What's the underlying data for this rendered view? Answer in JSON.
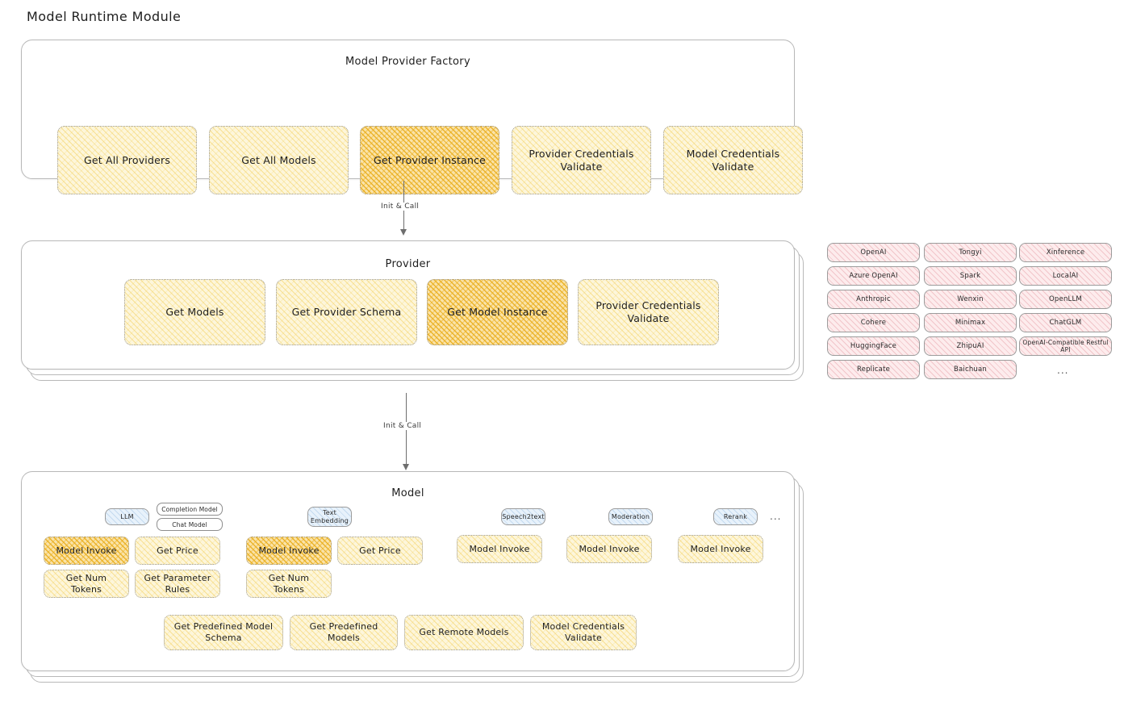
{
  "page": {
    "title": "Model Runtime Module"
  },
  "sections": {
    "factory": {
      "title": "Model Provider Factory",
      "nodes": [
        {
          "label": "Get All Providers",
          "highlight": false
        },
        {
          "label": "Get All Models",
          "highlight": false
        },
        {
          "label": "Get Provider Instance",
          "highlight": true
        },
        {
          "label": "Provider Credentials Validate",
          "highlight": false
        },
        {
          "label": "Model Credentials Validate",
          "highlight": false
        }
      ]
    },
    "provider": {
      "title": "Provider",
      "nodes": [
        {
          "label": "Get Models",
          "highlight": false
        },
        {
          "label": "Get Provider Schema",
          "highlight": false
        },
        {
          "label": "Get Model Instance",
          "highlight": true
        },
        {
          "label": "Provider Credentials Validate",
          "highlight": false
        }
      ]
    },
    "model": {
      "title": "Model",
      "types": [
        {
          "badge": "LLM",
          "chips": [
            "Completion Model",
            "Chat Model"
          ],
          "nodes": [
            {
              "label": "Model Invoke",
              "highlight": true
            },
            {
              "label": "Get Price",
              "highlight": false
            },
            {
              "label": "Get Num Tokens",
              "highlight": false
            },
            {
              "label": "Get Parameter Rules",
              "highlight": false
            }
          ]
        },
        {
          "badge": "Text Embedding",
          "chips": [],
          "nodes": [
            {
              "label": "Model Invoke",
              "highlight": true
            },
            {
              "label": "Get Price",
              "highlight": false
            },
            {
              "label": "Get Num Tokens",
              "highlight": false
            }
          ]
        },
        {
          "badge": "Speech2text",
          "chips": [],
          "nodes": [
            {
              "label": "Model Invoke",
              "highlight": false
            }
          ]
        },
        {
          "badge": "Moderation",
          "chips": [],
          "nodes": [
            {
              "label": "Model Invoke",
              "highlight": false
            }
          ]
        },
        {
          "badge": "Rerank",
          "chips": [],
          "nodes": [
            {
              "label": "Model Invoke",
              "highlight": false
            }
          ]
        }
      ],
      "types_more": "...",
      "common_nodes": [
        {
          "label": "Get Predefined Model Schema",
          "highlight": false
        },
        {
          "label": "Get Predefined Models",
          "highlight": false
        },
        {
          "label": "Get Remote Models",
          "highlight": false
        },
        {
          "label": "Model Credentials Validate",
          "highlight": false
        }
      ]
    }
  },
  "arrows": [
    {
      "label": "Init & Call"
    },
    {
      "label": "Init & Call"
    }
  ],
  "provider_list": {
    "columns": [
      [
        "OpenAI",
        "Azure OpenAI",
        "Anthropic",
        "Cohere",
        "HuggingFace",
        "Replicate"
      ],
      [
        "Tongyi",
        "Spark",
        "Wenxin",
        "Minimax",
        "ZhipuAI",
        "Baichuan"
      ],
      [
        "Xinference",
        "LocalAI",
        "OpenLLM",
        "ChatGLM",
        "OpenAI-Compatible Restful API"
      ]
    ],
    "more": "..."
  },
  "colors": {
    "node_fill": "#fdf6db",
    "node_highlight_fill": "#fae3a8",
    "pill_fill": "#fdeced",
    "badge_fill": "#e8f2fb",
    "border": "#9c9c9c",
    "text": "#1e1e1e"
  }
}
